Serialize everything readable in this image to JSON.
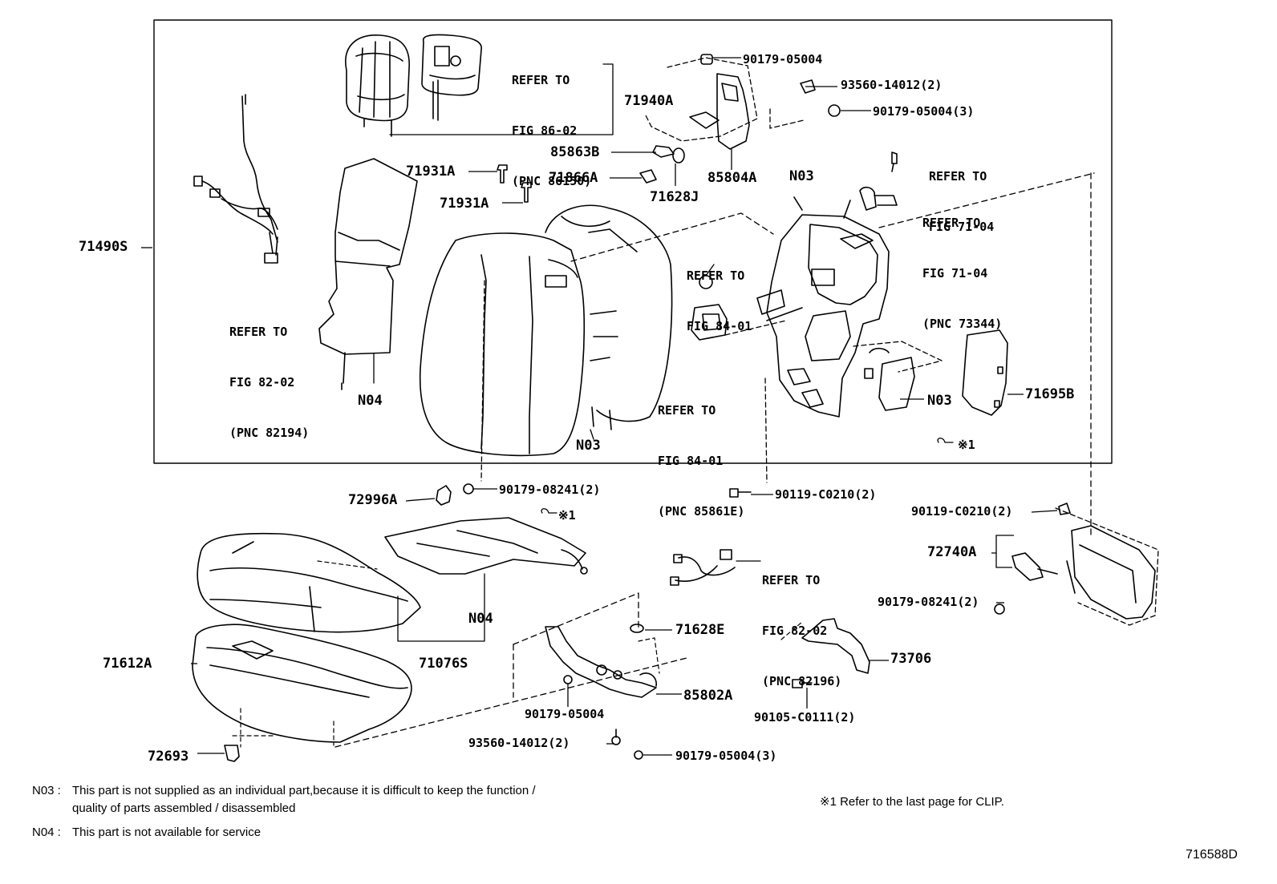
{
  "drawing_id": "716588D",
  "labels": {
    "p71940A": "71940A",
    "p85863B": "85863B",
    "p71866A": "71866A",
    "p71628J": "71628J",
    "p85804A": "85804A",
    "p71931A_1": "71931A",
    "p71931A_2": "71931A",
    "p71490S": "71490S",
    "n04_upper": "N04",
    "n03_cushion": "N03",
    "n03_frame": "N03",
    "n03_side": "N03",
    "p71695B": "71695B",
    "p72996A": "72996A",
    "p72740A": "72740A",
    "n04_lower": "N04",
    "p71076S": "71076S",
    "p71612A": "71612A",
    "p71628E": "71628E",
    "p85802A": "85802A",
    "p73706": "73706",
    "p72693": "72693"
  },
  "part_numbers": {
    "b90179_05004_top": "90179-05004",
    "b93560_14012_top": "93560-14012(2)",
    "b90179_05004_3_top": "90179-05004(3)",
    "b90179_08241_2_a": "90179-08241(2)",
    "b90119_C0210_2_a": "90119-C0210(2)",
    "b90119_C0210_2_b": "90119-C0210(2)",
    "b90179_08241_2_b": "90179-08241(2)",
    "b90179_05004_bot": "90179-05004",
    "b93560_14012_bot": "93560-14012(2)",
    "b90179_05004_3_bot": "90179-05004(3)",
    "b90105_C0111_2": "90105-C0111(2)"
  },
  "references": {
    "headrest": [
      "REFER TO",
      "FIG 86-02",
      "(PNC 86150)"
    ],
    "harness_upper": [
      "REFER TO",
      "FIG 82-02",
      "(PNC 82194)"
    ],
    "fig84_01_upper": [
      "REFER TO",
      "FIG 84-01"
    ],
    "fig84_01_lower": [
      "REFER TO",
      "FIG 84-01",
      "(PNC 85861E)"
    ],
    "fig71_04_top": [
      "REFER TO",
      "FIG 71-04"
    ],
    "fig71_04_pnc": [
      "REFER TO",
      "FIG 71-04",
      "(PNC 73344)"
    ],
    "harness_lower": [
      "REFER TO",
      "FIG 82-02",
      "(PNC 82196)"
    ]
  },
  "clip_marks": {
    "upper": "※1",
    "lower": "※1"
  },
  "notes": {
    "n03_code": "N03 :",
    "n03_line1": "This part is not supplied as an individual part,because it is difficult to keep the function /",
    "n03_line2": "quality of parts assembled / disassembled",
    "n04_code": "N04 :",
    "n04_line1": "This part is not available for service",
    "clip_note": "※1  Refer to the last page for CLIP."
  }
}
